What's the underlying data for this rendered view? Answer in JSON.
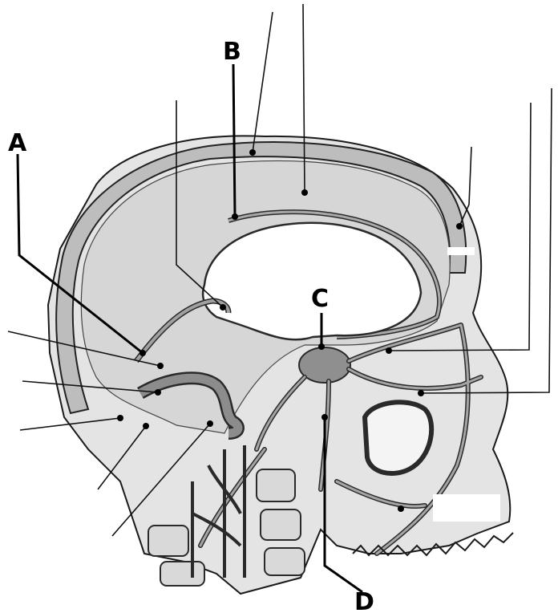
{
  "labels": {
    "a": "A",
    "b": "B",
    "c": "C",
    "d": "D"
  },
  "colors": {
    "background": "#ffffff",
    "skin": "#c8c8c8",
    "bone_outer": "#e6e6e6",
    "brain": "#dcdcdc",
    "vein_fill": "#9a9a9a",
    "vein_stroke": "#2e2e2e",
    "line": "#111111"
  }
}
